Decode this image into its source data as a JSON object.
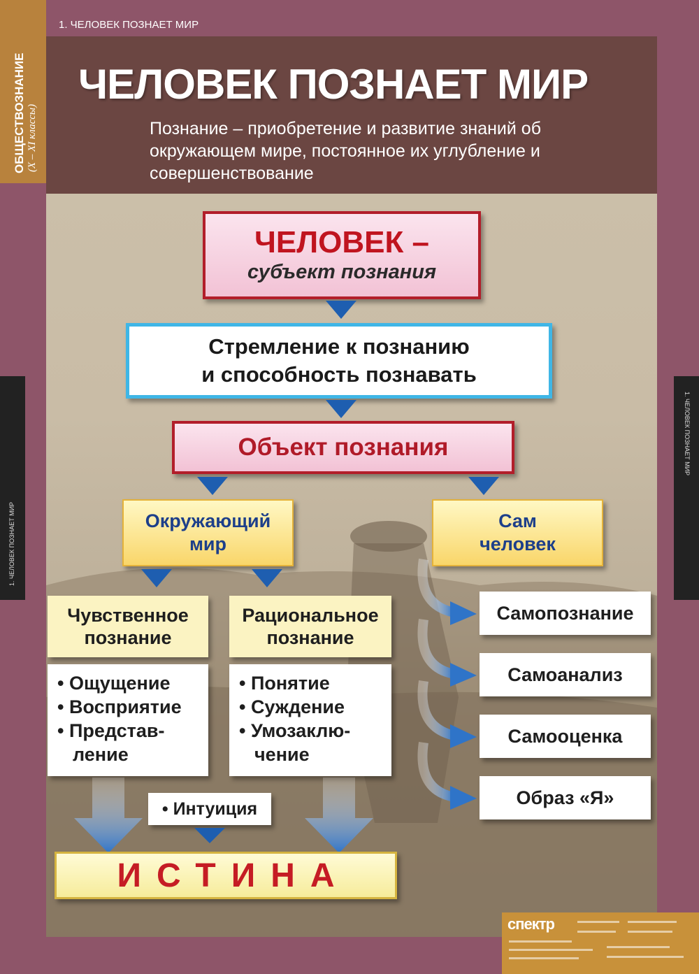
{
  "side_tab": {
    "subject": "ОБЩЕСТВОЗНАНИЕ",
    "grades": "(X – XI классы)"
  },
  "top_strip": "1. ЧЕЛОВЕК ПОЗНАЕТ МИР",
  "title": "ЧЕЛОВЕК ПОЗНАЕТ МИР",
  "definition": "Познание – приобретение и развитие знаний об окружающем мире, постоянное их углубление и совершенствование",
  "side_labels": {
    "left": "1. ЧЕЛОВЕК ПОЗНАЕТ МИР",
    "right": "1. ЧЕЛОВЕК ПОЗНАЕТ МИР"
  },
  "diagram": {
    "subject_line1": "ЧЕЛОВЕК –",
    "subject_line2": "субъект познания",
    "aspiration_line1": "Стремление к познанию",
    "aspiration_line2": "и способность познавать",
    "object": "Объект познания",
    "world_line1": "Окружающий",
    "world_line2": "мир",
    "self_line1": "Сам",
    "self_line2": "человек",
    "sensory_line1": "Чувственное",
    "sensory_line2": "познание",
    "rational_line1": "Рациональное",
    "rational_line2": "познание",
    "sensory_items": [
      "• Ощущение",
      "• Восприятие",
      "• Представ-",
      "ление"
    ],
    "rational_items": [
      "• Понятие",
      "• Суждение",
      "• Умозаклю-",
      "чение"
    ],
    "intuition": "• Интуиция",
    "truth": "ИСТИНА",
    "self_items": [
      "Самопознание",
      "Самоанализ",
      "Самооценка",
      "Образ «Я»"
    ]
  },
  "publisher": "спектр"
}
